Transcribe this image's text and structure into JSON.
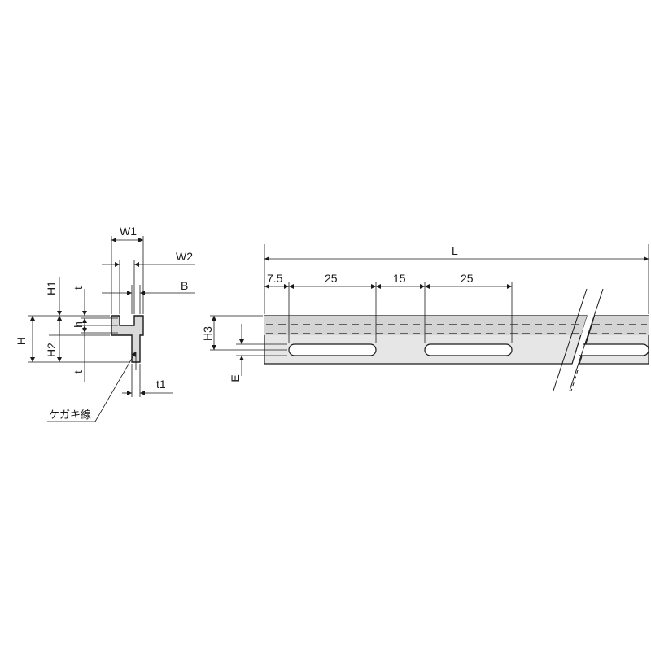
{
  "section_view": {
    "labels": {
      "w1": "W1",
      "w2": "W2",
      "b": "B",
      "h": "H",
      "h1": "H1",
      "h2": "H2",
      "h_small": "h",
      "t_top": "t",
      "t_bottom": "t",
      "t1": "t1",
      "scribe_line": "ケガキ線"
    }
  },
  "side_view": {
    "labels": {
      "l": "L",
      "h3": "H3",
      "e": "E"
    },
    "pitch_dimensions": [
      "7.5",
      "25",
      "15",
      "25"
    ]
  },
  "colors": {
    "line": "#1a1a1a",
    "rail_fill": "#e6e6e6",
    "section_fill": "#d9d9d9",
    "background": "#ffffff"
  }
}
